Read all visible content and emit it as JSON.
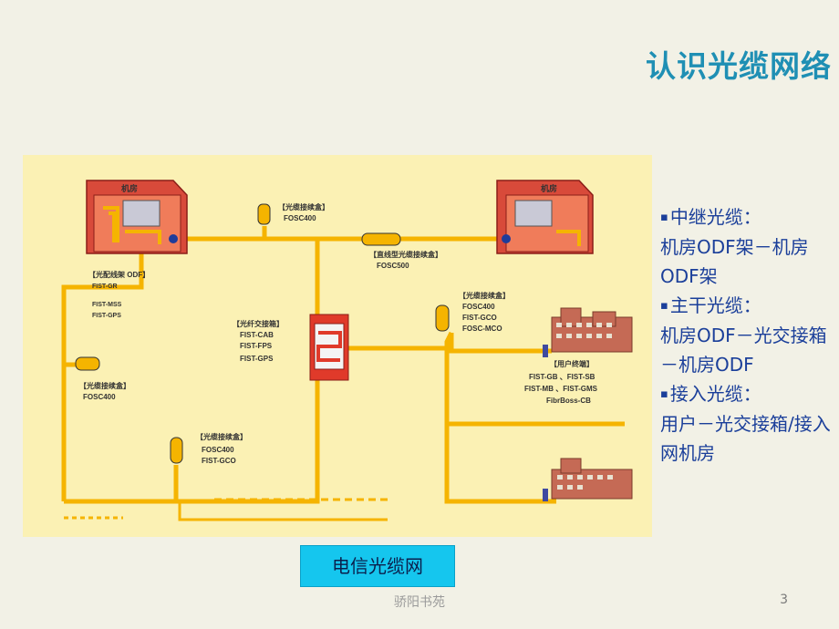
{
  "title": "认识光缆网络",
  "diagram": {
    "room_left": "机房",
    "room_right": "机房",
    "odf_label": "【光配线架 ODF】",
    "odf_models": [
      "FIST-GR",
      "FIST-MSS",
      "FIST-GPS"
    ],
    "closure_top_label": "【光缆接续盒】",
    "closure_top_model": "FOSC400",
    "straight_closure_label": "【直线型光缆接续盒】",
    "straight_closure_model": "FOSC500",
    "cross_box_label": "【光纤交接箱】",
    "cross_box_models": [
      "FIST-CAB",
      "FIST-FPS",
      "FIST-GPS"
    ],
    "closure_mid_label": "【光缆接续盒】",
    "closure_mid_models": [
      "FOSC400",
      "FIST-GCO",
      "FOSC-MCO"
    ],
    "closure_left_label": "【光缆接续盒】",
    "closure_left_model": "FOSC400",
    "closure_bottom_label": "【光缆接续盒】",
    "closure_bottom_models": [
      "FOSC400",
      "FIST-GCO"
    ],
    "user_label": "【用户终端】",
    "user_models": [
      "FIST-GB 、FIST-SB",
      "FIST-MB 、FIST-GMS",
      "FibrBoss-CB"
    ]
  },
  "bullets": [
    {
      "head": "中继光缆：",
      "desc": "机房ODF架－机房ODF架"
    },
    {
      "head": "主干光缆：",
      "desc": "机房ODF－光交接箱－机房ODF"
    },
    {
      "head": "接入光缆：",
      "desc": "用户－光交接箱/接入网机房"
    }
  ],
  "button_label": "电信光缆网",
  "footer": "骄阳书苑",
  "page_number": "3",
  "colors": {
    "title": "#1f8fb4",
    "bullet_text": "#1b3f9a",
    "cable": "#f5b400",
    "panel": "#fbf1b4",
    "button": "#15c6ee"
  }
}
